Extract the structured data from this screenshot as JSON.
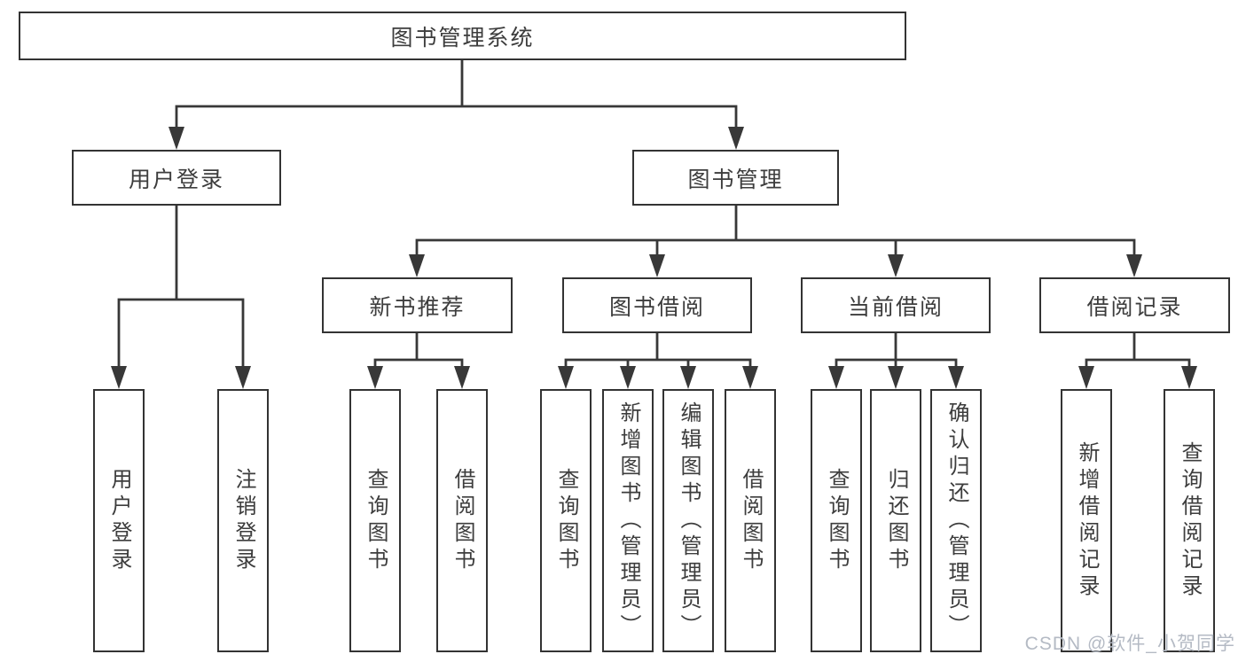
{
  "colors": {
    "background": "#ffffff",
    "line": "#383838",
    "border": "#333333",
    "text": "#3d3d3d",
    "watermark": "#b4bac4"
  },
  "tree": {
    "root": {
      "label": "图书管理系统"
    },
    "branches": [
      {
        "label": "用户登录",
        "children": [
          {
            "label": "用户登录"
          },
          {
            "label": "注销登录"
          }
        ]
      },
      {
        "label": "图书管理",
        "children": [
          {
            "label": "新书推荐",
            "children": [
              {
                "label": "查询图书"
              },
              {
                "label": "借阅图书"
              }
            ]
          },
          {
            "label": "图书借阅",
            "children": [
              {
                "label": "查询图书"
              },
              {
                "label": "新增图书（管理员）"
              },
              {
                "label": "编辑图书（管理员）"
              },
              {
                "label": "借阅图书"
              }
            ]
          },
          {
            "label": "当前借阅",
            "children": [
              {
                "label": "查询图书"
              },
              {
                "label": "归还图书"
              },
              {
                "label": "确认归还（管理员）"
              }
            ]
          },
          {
            "label": "借阅记录",
            "children": [
              {
                "label": "新增借阅记录"
              },
              {
                "label": "查询借阅记录"
              }
            ]
          }
        ]
      }
    ]
  },
  "watermark": {
    "text": "CSDN @软件_小贺同学"
  }
}
